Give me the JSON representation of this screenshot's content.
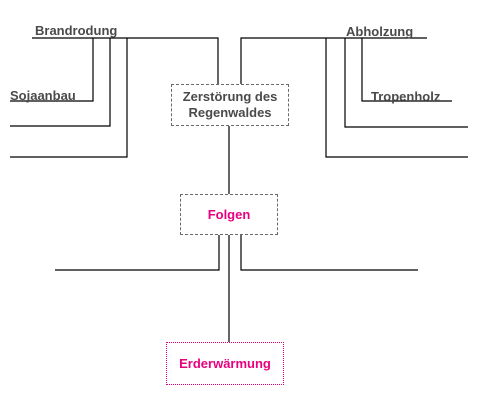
{
  "colors": {
    "line": "#000000",
    "text": "#4a4a4a",
    "accent": "#e8007f",
    "box_border": "#6a6a6a"
  },
  "causes": {
    "left_branch_label": "Brandrodung",
    "left_sub_label": "Sojaanbau",
    "right_branch_label": "Abholzung",
    "right_sub_label": "Tropenholz"
  },
  "central": {
    "line1": "Zerstörung des",
    "line2": "Regenwaldes"
  },
  "consequences": {
    "label": "Folgen"
  },
  "effect": {
    "label": "Erderwärmung"
  }
}
